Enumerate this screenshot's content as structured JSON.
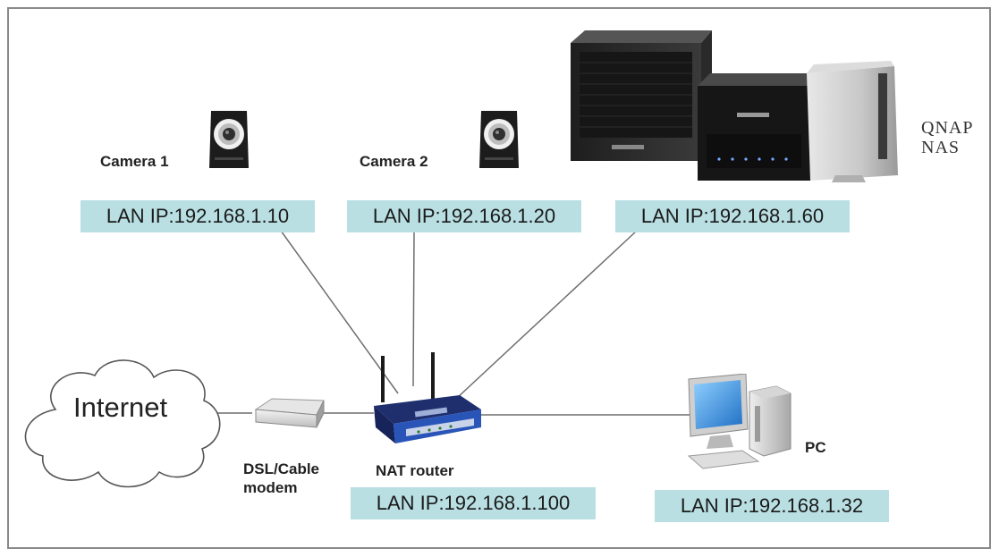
{
  "colors": {
    "ip_box": "#b9dfe3",
    "link_line": "#6e6e6e",
    "router_blue": "#2a55b8",
    "pc_screen": "#3a8fd8"
  },
  "nodes": {
    "internet": {
      "label": "Internet"
    },
    "modem": {
      "label_line1": "DSL/Cable",
      "label_line2": "modem",
      "icon": "modem-icon"
    },
    "router": {
      "label": "NAT router",
      "ip": "LAN IP:192.168.1.100",
      "icon": "router-icon"
    },
    "camera1": {
      "label": "Camera 1",
      "ip": "LAN IP:192.168.1.10",
      "icon": "camera-icon"
    },
    "camera2": {
      "label": "Camera 2",
      "ip": "LAN IP:192.168.1.20",
      "icon": "camera-icon"
    },
    "nas": {
      "label_line1": "QNAP",
      "label_line2": "NAS",
      "ip": "LAN IP:192.168.1.60",
      "icon": "nas-icon"
    },
    "pc": {
      "label": "PC",
      "ip": "LAN IP:192.168.1.32",
      "icon": "pc-icon"
    }
  },
  "edges": [
    {
      "from": "internet",
      "to": "modem"
    },
    {
      "from": "modem",
      "to": "router"
    },
    {
      "from": "camera1",
      "to": "router"
    },
    {
      "from": "camera2",
      "to": "router"
    },
    {
      "from": "nas",
      "to": "router"
    },
    {
      "from": "router",
      "to": "pc"
    }
  ]
}
